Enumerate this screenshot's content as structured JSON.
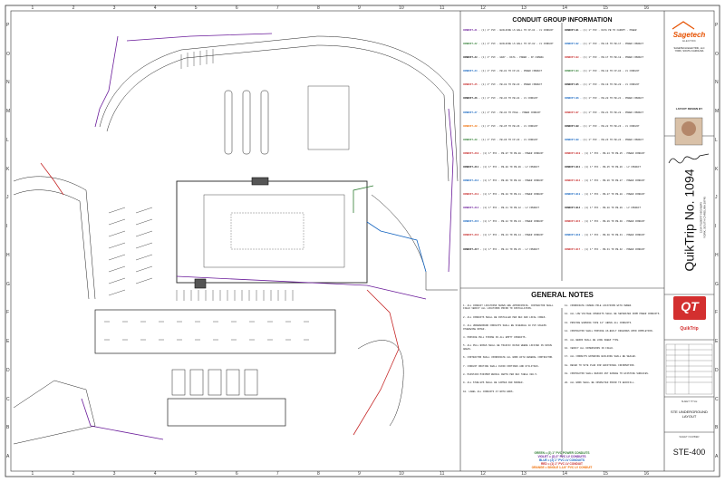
{
  "sheet": {
    "grid_numbers": [
      "1",
      "2",
      "3",
      "4",
      "5",
      "6",
      "7",
      "8",
      "9",
      "10",
      "11",
      "12",
      "13",
      "14",
      "15",
      "16"
    ],
    "grid_letters": [
      "P",
      "O",
      "N",
      "M",
      "L",
      "K",
      "J",
      "I",
      "H",
      "G",
      "F",
      "E",
      "D",
      "C",
      "B",
      "A"
    ]
  },
  "conduit_info": {
    "title": "CONDUIT GROUP INFORMATION",
    "left_col": [
      {
        "id": "CONDUIT-A1",
        "color": "#6a1b9a",
        "label": "(1) 1\" PVC - BUILDING LS WALL TO FP-01 - LV CONDUIT"
      },
      {
        "id": "CONDUIT-A2",
        "color": "#2e7d32",
        "label": "(1) 1\" PVC - BUILDING LS WALL TO FP-02 - LV CONDUIT"
      },
      {
        "id": "CONDUIT-A3",
        "color": "#111111",
        "label": "(1) 1\" PVC - GRAY - DATA - POWER - IP CAMERA"
      },
      {
        "id": "CONDUIT-A4",
        "color": "#1565c0",
        "label": "(1) 1\" PVC - PB-01 TO FP-01 - POWER CONDUIT"
      },
      {
        "id": "CONDUIT-A5",
        "color": "#c62828",
        "label": "(1) 1\" PVC - PB-02 TO PB-03 - POWER CONDUIT"
      },
      {
        "id": "CONDUIT-A6",
        "color": "#111111",
        "label": "(1) 1\" PVC - PB-03 TO PB-04 - LV CONDUIT"
      },
      {
        "id": "CONDUIT-A7",
        "color": "#1565c0",
        "label": "(1) 1\" PVC - PB-04 TO POLE - POWER CONDUIT"
      },
      {
        "id": "CONDUIT-A8",
        "color": "#ef6c00",
        "label": "(1) 1\" PVC - PB-05 TO PB-06 - LV CONDUIT"
      },
      {
        "id": "CONDUIT-A9",
        "color": "#2e7d32",
        "label": "(1) 1\" PVC - PB-06 TO FP-03 - LV CONDUIT"
      },
      {
        "id": "CONDUIT-A10",
        "color": "#c62828",
        "label": "(1) 1\" PVC - PB-07 TO PB-08 - POWER CONDUIT"
      },
      {
        "id": "CONDUIT-A11",
        "color": "#111111",
        "label": "(1) 1\" PVC - PB-08 TO PB-09 - LV CONDUIT"
      },
      {
        "id": "CONDUIT-A12",
        "color": "#1565c0",
        "label": "(1) 1\" PVC - PB-09 TO PB-10 - POWER CONDUIT"
      },
      {
        "id": "CONDUIT-A13",
        "color": "#c62828",
        "label": "(1) 1\" PVC - PB-10 TO PB-11 - POWER CONDUIT"
      },
      {
        "id": "CONDUIT-A14",
        "color": "#6a1b9a",
        "label": "(1) 1\" PVC - PB-11 TO PB-12 - LV CONDUIT"
      },
      {
        "id": "CONDUIT-A15",
        "color": "#1565c0",
        "label": "(1) 1\" PVC - PB-12 TO PB-13 - POWER CONDUIT"
      },
      {
        "id": "CONDUIT-A16",
        "color": "#c62828",
        "label": "(1) 1\" PVC - PB-13 TO PB-14 - POWER CONDUIT"
      },
      {
        "id": "CONDUIT-A17",
        "color": "#111111",
        "label": "(1) 1\" PVC - PB-14 TO PB-15 - LV CONDUIT"
      }
    ],
    "right_col": [
      {
        "id": "CONDUIT-B1",
        "color": "#111111",
        "label": "(1) 1\" PVC - DATA PB TO CANOPY - POWER"
      },
      {
        "id": "CONDUIT-B2",
        "color": "#1565c0",
        "label": "(1) 1\" PVC - PB-16 TO PB-17 - POWER CONDUIT"
      },
      {
        "id": "CONDUIT-B3",
        "color": "#c62828",
        "label": "(1) 1\" PVC - PB-17 TO PB-18 - POWER CONDUIT"
      },
      {
        "id": "CONDUIT-B4",
        "color": "#2e7d32",
        "label": "(1) 1\" PVC - PB-18 TO FP-04 - LV CONDUIT"
      },
      {
        "id": "CONDUIT-B5",
        "color": "#111111",
        "label": "(1) 1\" PVC - PB-19 TO PB-20 - LV CONDUIT"
      },
      {
        "id": "CONDUIT-B6",
        "color": "#1565c0",
        "label": "(1) 1\" PVC - PB-20 TO PB-21 - POWER CONDUIT"
      },
      {
        "id": "CONDUIT-B7",
        "color": "#c62828",
        "label": "(1) 1\" PVC - PB-21 TO PB-22 - POWER CONDUIT"
      },
      {
        "id": "CONDUIT-B8",
        "color": "#111111",
        "label": "(1) 1\" PVC - PB-22 TO PB-23 - LV CONDUIT"
      },
      {
        "id": "CONDUIT-B9",
        "color": "#1565c0",
        "label": "(1) 1\" PVC - PB-23 TO PB-24 - POWER CONDUIT"
      },
      {
        "id": "CONDUIT-B10",
        "color": "#c62828",
        "label": "(1) 1\" PVC - PB-24 TO PB-25 - POWER CONDUIT"
      },
      {
        "id": "CONDUIT-B11",
        "color": "#111111",
        "label": "(1) 1\" PVC - PB-25 TO PB-26 - LV CONDUIT"
      },
      {
        "id": "CONDUIT-B12",
        "color": "#c62828",
        "label": "(1) 1\" PVC - PB-26 TO PB-27 - POWER CONDUIT"
      },
      {
        "id": "CONDUIT-B13",
        "color": "#1565c0",
        "label": "(1) 1\" PVC - PB-27 TO PB-28 - POWER CONDUIT"
      },
      {
        "id": "CONDUIT-B14",
        "color": "#111111",
        "label": "(1) 1\" PVC - PB-28 TO PB-29 - LV CONDUIT"
      },
      {
        "id": "CONDUIT-B15",
        "color": "#c62828",
        "label": "(1) 1\" PVC - PB-29 TO PB-30 - POWER CONDUIT"
      },
      {
        "id": "CONDUIT-B16",
        "color": "#1565c0",
        "label": "(1) 1\" PVC - PB-30 TO PB-31 - POWER CONDUIT"
      },
      {
        "id": "CONDUIT-B17",
        "color": "#c62828",
        "label": "(1) 1\" PVC - PB-31 TO PB-32 - POWER CONDUIT"
      }
    ]
  },
  "general_notes": {
    "title": "GENERAL NOTES",
    "left": [
      "1. ALL CONDUIT LOCATIONS SHOWN ARE APPROXIMATE. CONTRACTOR SHALL FIELD VERIFY ALL LOCATIONS PRIOR TO INSTALLATION.",
      "2. ALL CONDUITS SHALL BE INSTALLED PER NEC AND LOCAL CODES.",
      "3. ALL UNDERGROUND CONDUITS SHALL BE SCHEDULE 40 PVC UNLESS OTHERWISE NOTED.",
      "4. PROVIDE PULL STRING IN ALL EMPTY CONDUITS.",
      "5. ALL PULL BOXES SHALL BE TRAFFIC RATED WHERE LOCATED IN DRIVE AREAS.",
      "6. CONTRACTOR SHALL COORDINATE ALL WORK WITH GENERAL CONTRACTOR.",
      "7. CONDUIT ROUTING SHALL AVOID FOOTINGS AND UTILITIES.",
      "8. MAINTAIN MINIMUM BURIAL DEPTH PER NEC TABLE 300.5.",
      "9. ALL STUB-UPS SHALL BE CAPPED AND MARKED.",
      "10. LABEL ALL CONDUITS AT BOTH ENDS."
    ],
    "right": [
      "11. COORDINATE CAMERA POLE LOCATIONS WITH OWNER.",
      "12. ALL LOW VOLTAGE CONDUITS SHALL BE SEPARATED FROM POWER CONDUITS.",
      "13. PROVIDE WARNING TAPE 12\" ABOVE ALL CONDUITS.",
      "14. CONTRACTOR SHALL PROVIDE AS-BUILT DRAWINGS UPON COMPLETION.",
      "15. ALL BENDS SHALL BE LONG SWEEP TYPE.",
      "16. VERIFY ALL DIMENSIONS IN FIELD.",
      "17. ALL CONDUITS ENTERING BUILDING SHALL BE SEALED.",
      "18. REFER TO SITE PLAN FOR ADDITIONAL INFORMATION.",
      "19. CONTRACTOR SHALL REPAIR ANY DAMAGE TO EXISTING SURFACES.",
      "20. ALL WORK SHALL BE INSPECTED PRIOR TO BACKFILL."
    ],
    "legend": [
      {
        "text": "GREEN = (2) 1\" PVC POWER CONDUITS",
        "color": "#2e7d32"
      },
      {
        "text": "VIOLET = (2) 2\" PVC LV CONDUITS",
        "color": "#6a1b9a"
      },
      {
        "text": "BLUE = (2) 1\" PVC LV CONDUITS",
        "color": "#1565c0"
      },
      {
        "text": "RED = (1) 1\" PVC LV CONDUIT",
        "color": "#c62828"
      },
      {
        "text": "ORANGE = SINGLE 1-1/4\" PVC LV CONDUIT",
        "color": "#ef6c00"
      }
    ]
  },
  "title_block": {
    "company": "Sagetech",
    "company_sub": "ELECTRIC",
    "company_lines": [
      "SAGETECH ELECTRIC, LLC",
      "YORK, SOUTH CAROLINA"
    ],
    "designer_label": "LAYOUT DESIGN BY",
    "project": "QuikTrip No. 1094",
    "address_lines": [
      "1234 FILBERT HIGHWAY",
      "YORK, SOUTH CAROLINA 29745"
    ],
    "qt_badge": "QT",
    "qt_name": "QuikTrip",
    "sheet_title_label": "SHEET TITLE",
    "sheet_title": "STE UNDERGROUND LAYOUT",
    "sheet_number_label": "SHEET NUMBER",
    "sheet_number": "STE-400",
    "brand_colors": {
      "qt_red": "#d32f2f",
      "sagetech_orange": "#e65100"
    }
  }
}
